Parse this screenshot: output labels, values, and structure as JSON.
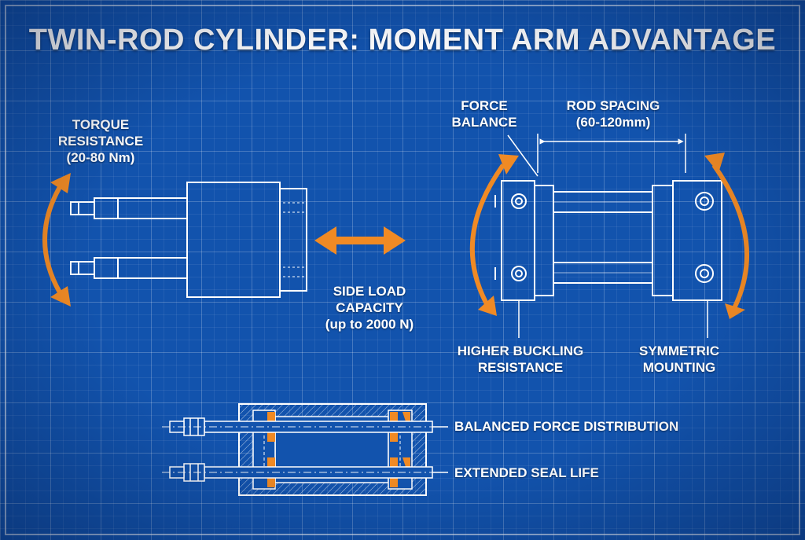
{
  "title": "TWIN-ROD CYLINDER: MOMENT ARM ADVANTAGE",
  "colors": {
    "background": "#1253ad",
    "line": "#ffffff",
    "accent": "#f08a24"
  },
  "labels": {
    "torque_resistance": [
      "TORQUE",
      "RESISTANCE",
      "(20-80 Nm)"
    ],
    "side_load_capacity": [
      "SIDE LOAD",
      "CAPACITY",
      "(up to 2000 N)"
    ],
    "force_balance": [
      "FORCE",
      "BALANCE"
    ],
    "rod_spacing": [
      "ROD SPACING",
      "(60-120mm)"
    ],
    "higher_buckling_resistance": [
      "HIGHER BUCKLING",
      "RESISTANCE"
    ],
    "symmetric_mounting": [
      "SYMMETRIC",
      "MOUNTING"
    ],
    "balanced_force_distribution": "BALANCED FORCE DISTRIBUTION",
    "extended_seal_life": "EXTENDED SEAL LIFE"
  },
  "icons": [
    "curved-double-arrow-icon",
    "horizontal-double-arrow-icon"
  ]
}
